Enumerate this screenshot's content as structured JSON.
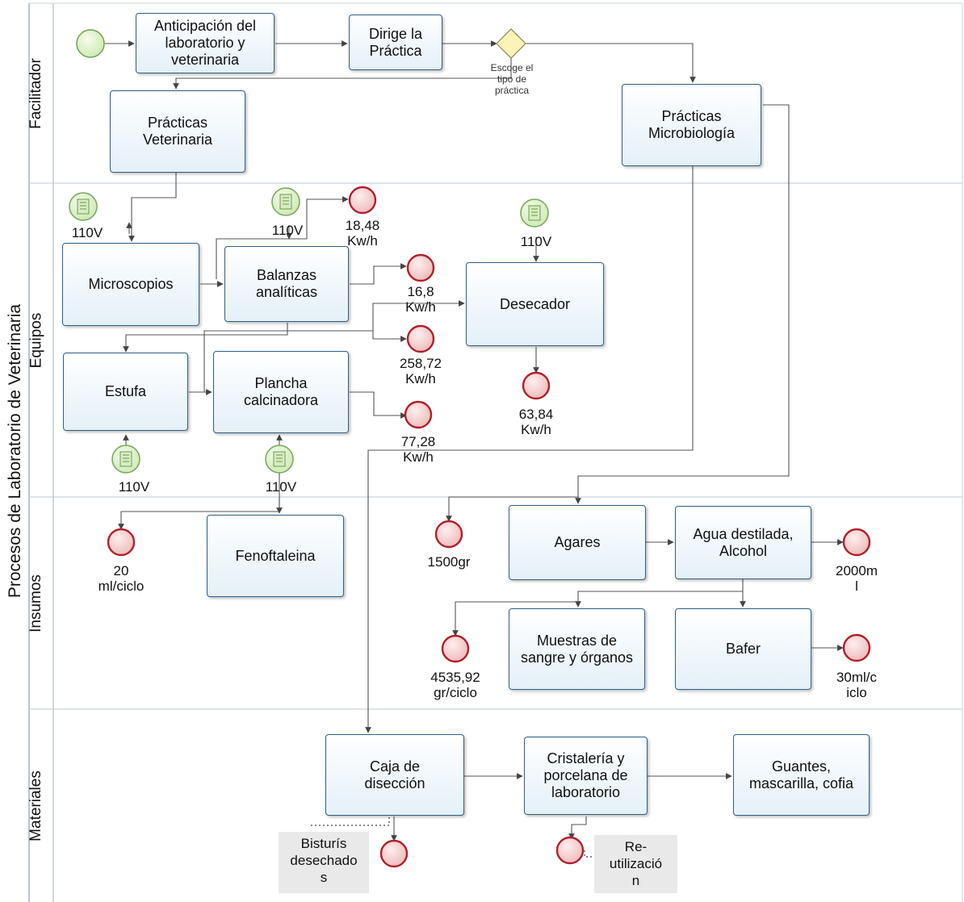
{
  "pool": {
    "title": "Procesos de Laboratorio de Veterinaria"
  },
  "lanes": {
    "facilitador": "Facilitador",
    "equipos": "Equipos",
    "insumos": "Insumos",
    "materiales": "Materiales"
  },
  "tasks": {
    "anticipacion": "Anticipación del\nlaboratorio y\nveterinaria",
    "dirige": "Dirige la\nPráctica",
    "practicas_veterinaria": "Prácticas\nVeterinaria",
    "practicas_microbiologia": "Prácticas\nMicrobiología",
    "microscopios": "Microscopios",
    "balanzas": "Balanzas\nanalíticas",
    "desecador": "Desecador",
    "estufa": "Estufa",
    "plancha": "Plancha\ncalcinadora",
    "fenoftaleina": "Fenoftaleina",
    "agares": "Agares",
    "agua": "Agua destilada,\nAlcohol",
    "muestras": "Muestras de\nsangre y órganos",
    "bafer": "Bafer",
    "caja": "Caja de\ndisección",
    "cristaleria": "Cristalería y\nporcelana de\nlaboratorio",
    "guantes": "Guantes,\nmascarilla, cofia"
  },
  "gateway": {
    "label": "Escoge el\ntipo de\npráctica"
  },
  "labels": {
    "v_micro": "110V",
    "v_balanzas": "110V",
    "v_desecador": "110V",
    "v_estufa": "110V",
    "v_plancha": "110V",
    "e_balanzas_top": "18,48\nKw/h",
    "e_balanzas": "16,8\nKw/h",
    "e_estufa": "258,72\nKw/h",
    "e_plancha": "77,28\nKw/h",
    "e_desecador": "63,84\nKw/h",
    "e_fenoftaleina": "20\nml/ciclo",
    "e_agares": "1500gr",
    "e_agua": "2000m\nl",
    "e_muestras": "4535,92\ngr/ciclo",
    "e_bafer": "30ml/c\niclo"
  },
  "notes": {
    "bisturis": "Bisturís\ndesechado\ns",
    "reutilizacion": "Re-\nutilizació\nn"
  },
  "colors": {
    "task_border": "#2f5f86",
    "task_fill": "#e4f0f8",
    "start_fill": "#dff0c8",
    "start_stroke": "#77a65b",
    "end_fill": "#f3c7c7",
    "end_stroke": "#b11f2b",
    "gateway_fill": "#fbf3b8",
    "flow": "#555555",
    "lane_line": "#c8d4dc"
  },
  "icons": {
    "start": "start-event-circle",
    "message": "message-start-event-icon",
    "end": "end-event-circle",
    "gateway": "exclusive-gateway-diamond"
  }
}
